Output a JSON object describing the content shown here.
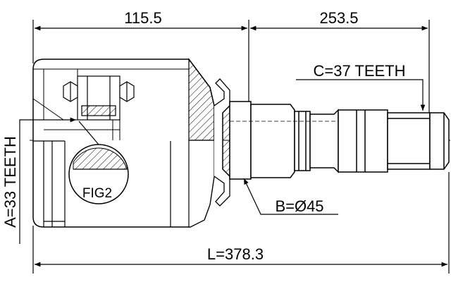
{
  "labels": {
    "dim_inner_length": "115.5",
    "dim_shaft_length": "253.5",
    "spline_c": "C=37 TEETH",
    "spline_a": "A=33 TEETH",
    "diameter_b": "B=Ø45",
    "total_length": "L=378.3",
    "fig_ref": "FIG2"
  }
}
